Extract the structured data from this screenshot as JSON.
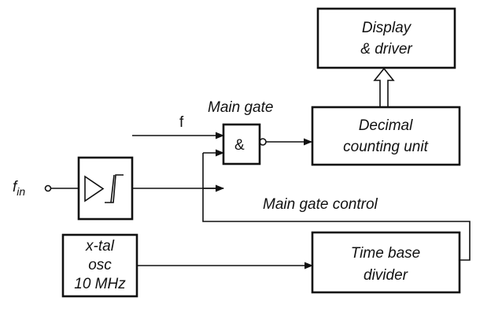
{
  "diagram": {
    "input_label": "f",
    "input_subscript": "in",
    "signal_label": "f",
    "gate_title": "Main gate",
    "gate_symbol": "&",
    "display_line1": "Display",
    "display_line2": "& driver",
    "counter_line1": "Decimal",
    "counter_line2": "counting unit",
    "control_label": "Main gate control",
    "osc_line1": "x-tal",
    "osc_line2": "osc",
    "osc_line3": "10 MHz",
    "timebase_line1": "Time base",
    "timebase_line2": "divider"
  },
  "colors": {
    "ink": "#111111",
    "paper": "#ffffff"
  }
}
